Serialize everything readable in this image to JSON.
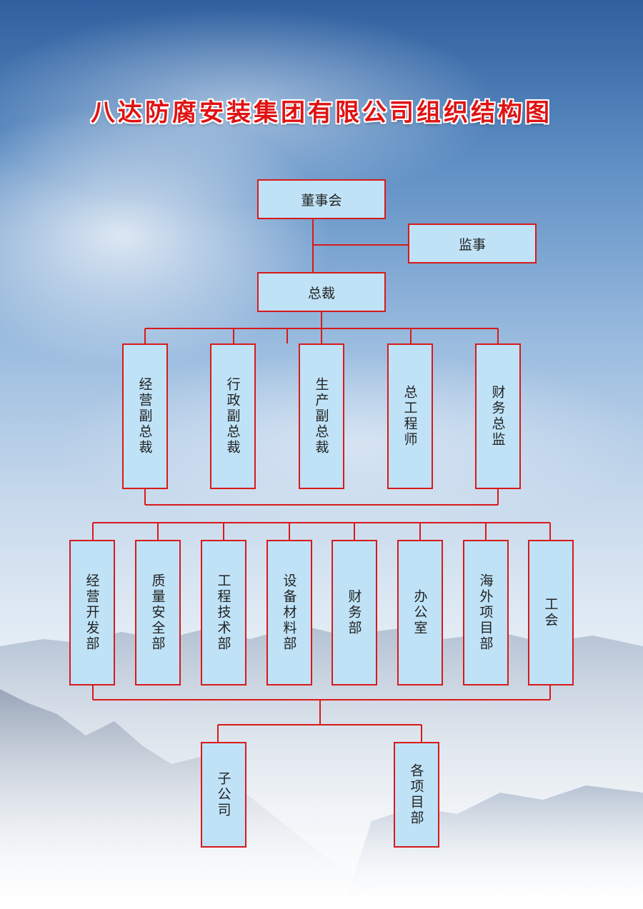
{
  "title": "八达防腐安装集团有限公司组织结构图",
  "top": {
    "board": "董事会",
    "supervisor": "监事",
    "president": "总裁"
  },
  "executives": [
    "经营副总裁",
    "行政副总裁",
    "生产副总裁",
    "总工程师",
    "财务总监"
  ],
  "departments": [
    "经营开发部",
    "质量安全部",
    "工程技术部",
    "设备材料部",
    "财务部",
    "办公室",
    "海外项目部",
    "工会"
  ],
  "subsidiaries": [
    "子公司",
    "各项目部"
  ],
  "colors": {
    "line": "#d81a1a",
    "box_fill": "#bfe2f7",
    "title": "#e01212"
  }
}
